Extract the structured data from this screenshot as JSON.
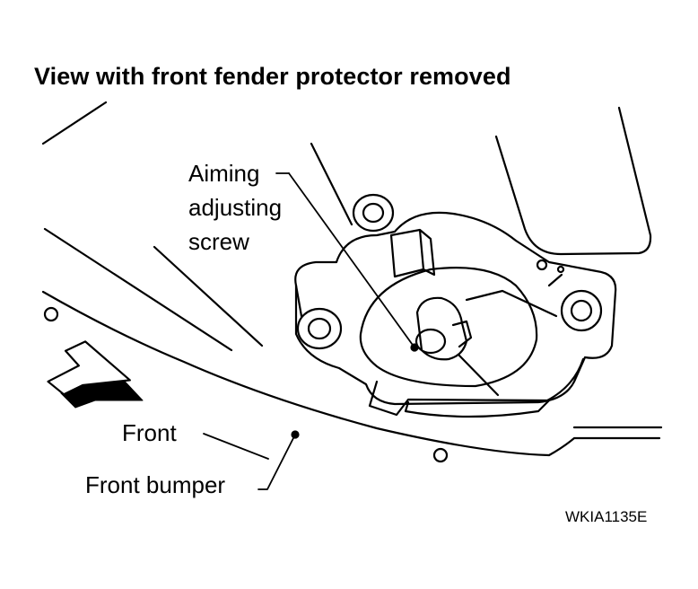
{
  "title": "View with front fender protector removed",
  "callouts": {
    "aiming_line1": "Aiming",
    "aiming_line2": "adjusting",
    "aiming_line3": "screw",
    "front": "Front",
    "front_bumper": "Front bumper"
  },
  "figure_code": "WKIA1135E",
  "colors": {
    "ink": "#000000",
    "paper": "#ffffff"
  },
  "icons": [
    "front-direction-arrow-icon"
  ]
}
